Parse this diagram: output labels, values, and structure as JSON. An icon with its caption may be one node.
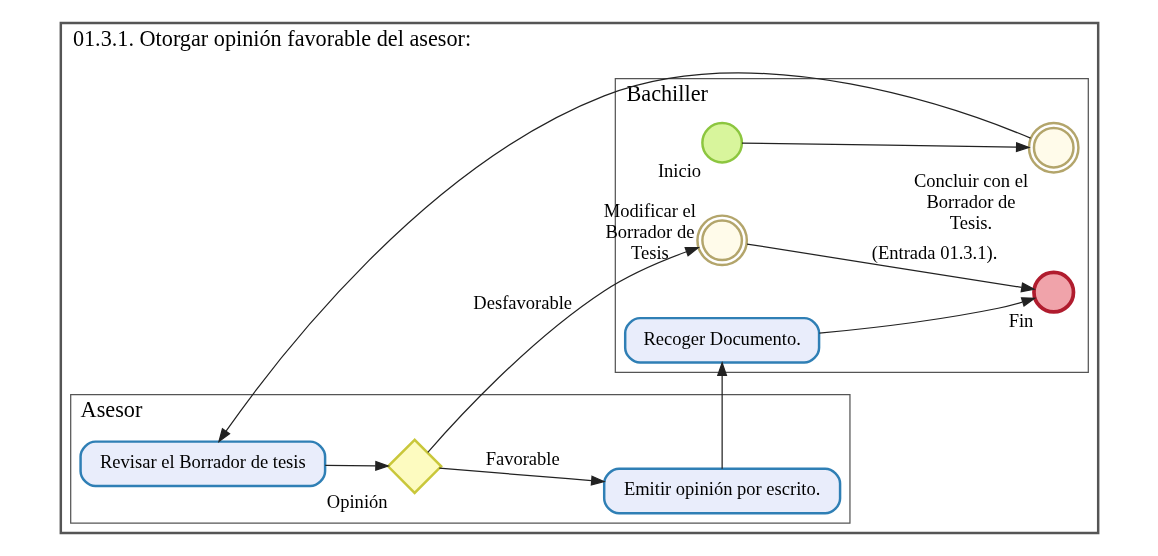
{
  "diagram": {
    "nodes": [
      {
        "text": [
          "01.3.1. Otorgar opinión favorable del asesor:"
        ]
      },
      {
        "text": [
          "Bachiller"
        ],
        "in": 0
      },
      {
        "text": [
          "Asesor"
        ],
        "in": 0
      },
      {
        "text": [],
        "shape": "circle",
        "beside": [
          "Inicio"
        ],
        "in": 1
      },
      {
        "text": [],
        "shape": "circle",
        "beside": [
          "Concluir con el Borrador de Tesis."
        ],
        "in": 1
      },
      {
        "text": [],
        "shape": "circle",
        "beside": [
          "Modificar el Borrador de Tesis"
        ],
        "in": 1
      },
      {
        "text": [],
        "shape": "circle",
        "beside": [
          "Fin"
        ],
        "in": 1
      },
      {
        "text": [
          "Recoger Documento."
        ],
        "in": 1
      },
      {
        "text": [
          "Revisar el Borrador de tesis"
        ],
        "in": 2
      },
      {
        "text": [],
        "shape": "diamond",
        "beside": [
          "Opinión"
        ],
        "in": 2
      },
      {
        "text": [
          "Emitir opinión por escrito."
        ],
        "in": 2
      }
    ],
    "edges": [
      {
        "from": 3,
        "to": 4,
        "arrow": "to"
      },
      {
        "from": 4,
        "to": 8,
        "arrow": "to"
      },
      {
        "from": 8,
        "to": 9,
        "arrow": "to"
      },
      {
        "from": 9,
        "to": 5,
        "arrow": "to",
        "label": "Desfavorable"
      },
      {
        "from": 9,
        "to": 10,
        "arrow": "to",
        "label": "Favorable"
      },
      {
        "from": 10,
        "to": 7,
        "arrow": "to"
      },
      {
        "from": 7,
        "to": 6,
        "arrow": "to"
      },
      {
        "from": 5,
        "to": 6,
        "arrow": "to",
        "label": "(Entrada 01.3.1)."
      }
    ]
  }
}
